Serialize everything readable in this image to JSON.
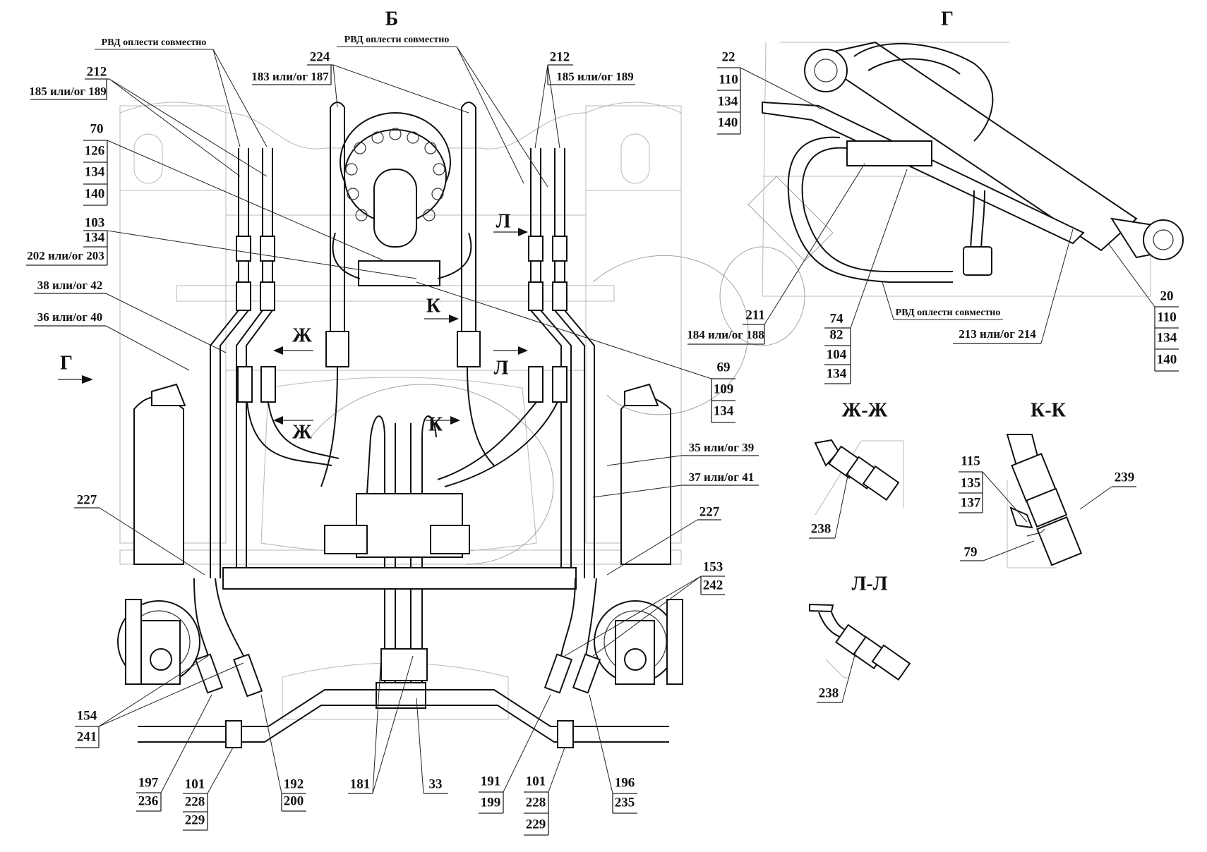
{
  "views": {
    "main_view": "Б",
    "side_view": "Г",
    "section_zh": "Ж-Ж",
    "section_k": "К-К",
    "section_l": "Л-Л"
  },
  "section_markers": {
    "g": "Г",
    "zh": "Ж",
    "k": "К",
    "l": "Л"
  },
  "notes": {
    "braid_hoses": "РВД оплести совместно"
  },
  "callouts": {
    "left_212": [
      "212",
      "185 или/ог 189"
    ],
    "top_224": [
      "224",
      "183 или/ог 187"
    ],
    "right_212": [
      "212",
      "185 или/ог 189"
    ],
    "c70": [
      "70",
      "126",
      "134",
      "140"
    ],
    "c103": [
      "103",
      "134",
      "202 или/ог 203"
    ],
    "c38": "38 или/ог 42",
    "c36": "36 или/ог 40",
    "c69": [
      "69",
      "109",
      "134"
    ],
    "c35": "35 или/ог 39",
    "c37": "37 или/ог 41",
    "left_227": "227",
    "right_227": "227",
    "c153": [
      "153",
      "242"
    ],
    "c154": [
      "154",
      "241"
    ],
    "c197": [
      "197",
      "236"
    ],
    "left_101": [
      "101",
      "228",
      "229"
    ],
    "c192": [
      "192",
      "200"
    ],
    "c181": "181",
    "c33": "33",
    "c191": [
      "191",
      "199"
    ],
    "right_101": [
      "101",
      "228",
      "229"
    ],
    "c196": [
      "196",
      "235"
    ],
    "g_22": [
      "22",
      "110",
      "134",
      "140"
    ],
    "g_211": [
      "211",
      "184 или/ог 188"
    ],
    "g_74": [
      "74",
      "82",
      "104",
      "134"
    ],
    "g_213": "213 или/ог 214",
    "g_20": [
      "20",
      "110",
      "134",
      "140"
    ],
    "zh_238": "238",
    "l_238": "238",
    "k_115": [
      "115",
      "135",
      "137"
    ],
    "k_239": "239",
    "k_79": "79"
  }
}
